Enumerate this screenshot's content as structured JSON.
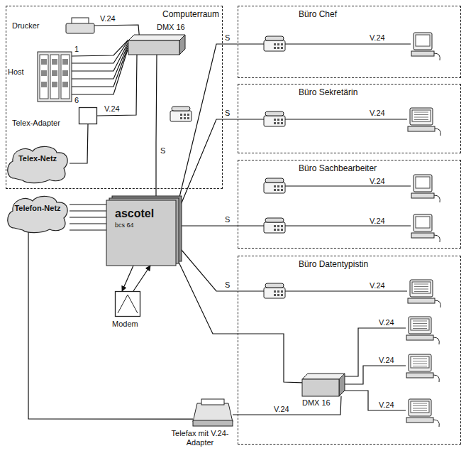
{
  "diagram": {
    "nodes": [
      {
        "text": [
          "Computerraum"
        ]
      },
      {
        "text": [
          "DMX 16"
        ],
        "in": 0
      },
      {
        "text": [
          "Host"
        ],
        "in": 0
      },
      {
        "text": [
          "Drucker"
        ],
        "in": 0
      },
      {
        "text": [
          "Telex-Adapter"
        ],
        "in": 0
      },
      {
        "text": [
          "Telex-Netz"
        ]
      },
      {
        "text": [
          "Telefon-Netz"
        ]
      },
      {
        "text": [
          "ascotel",
          "bcs 64"
        ]
      },
      {
        "text": [
          "Modem"
        ]
      },
      {
        "text": [
          "Büro Chef"
        ]
      },
      {
        "text": [
          "Büro Sekretärin"
        ]
      },
      {
        "text": [
          "Büro Sachbearbeiter"
        ]
      },
      {
        "text": [
          "Büro Datentypistin"
        ]
      },
      {
        "text": [
          "DMX 16"
        ],
        "in": 12
      },
      {
        "text": [
          "Telefax mit V.24-Adapter"
        ]
      }
    ],
    "edges": [
      {
        "from": 3,
        "to": 1,
        "arrow": "none",
        "label": "V.24"
      },
      {
        "from": 2,
        "to": 1,
        "arrow": "none"
      },
      {
        "from": 1,
        "to": 4,
        "arrow": "none",
        "label": "V.24"
      },
      {
        "from": 4,
        "to": 5,
        "arrow": "none"
      },
      {
        "from": 1,
        "to": 7,
        "arrow": "none",
        "label": "S"
      },
      {
        "from": 6,
        "to": 7,
        "arrow": "none"
      },
      {
        "from": 7,
        "to": 8,
        "arrow": "to"
      },
      {
        "from": 8,
        "to": 7,
        "arrow": "to"
      },
      {
        "from": 7,
        "to": 9,
        "arrow": "none",
        "label": "S"
      },
      {
        "from": 7,
        "to": 10,
        "arrow": "none",
        "label": "S"
      },
      {
        "from": 7,
        "to": 11,
        "arrow": "none",
        "label": "S"
      },
      {
        "from": 7,
        "to": 12,
        "arrow": "none",
        "label": "S"
      },
      {
        "from": 7,
        "to": 13,
        "arrow": "none"
      },
      {
        "from": 6,
        "to": 14,
        "arrow": "none"
      },
      {
        "from": 14,
        "to": 13,
        "arrow": "none",
        "label": "V.24"
      }
    ],
    "labels": [
      "1",
      "6",
      "V.24",
      "V.24",
      "V.24",
      "V.24",
      "V.24",
      "V.24",
      "V.24",
      "V.24"
    ]
  }
}
